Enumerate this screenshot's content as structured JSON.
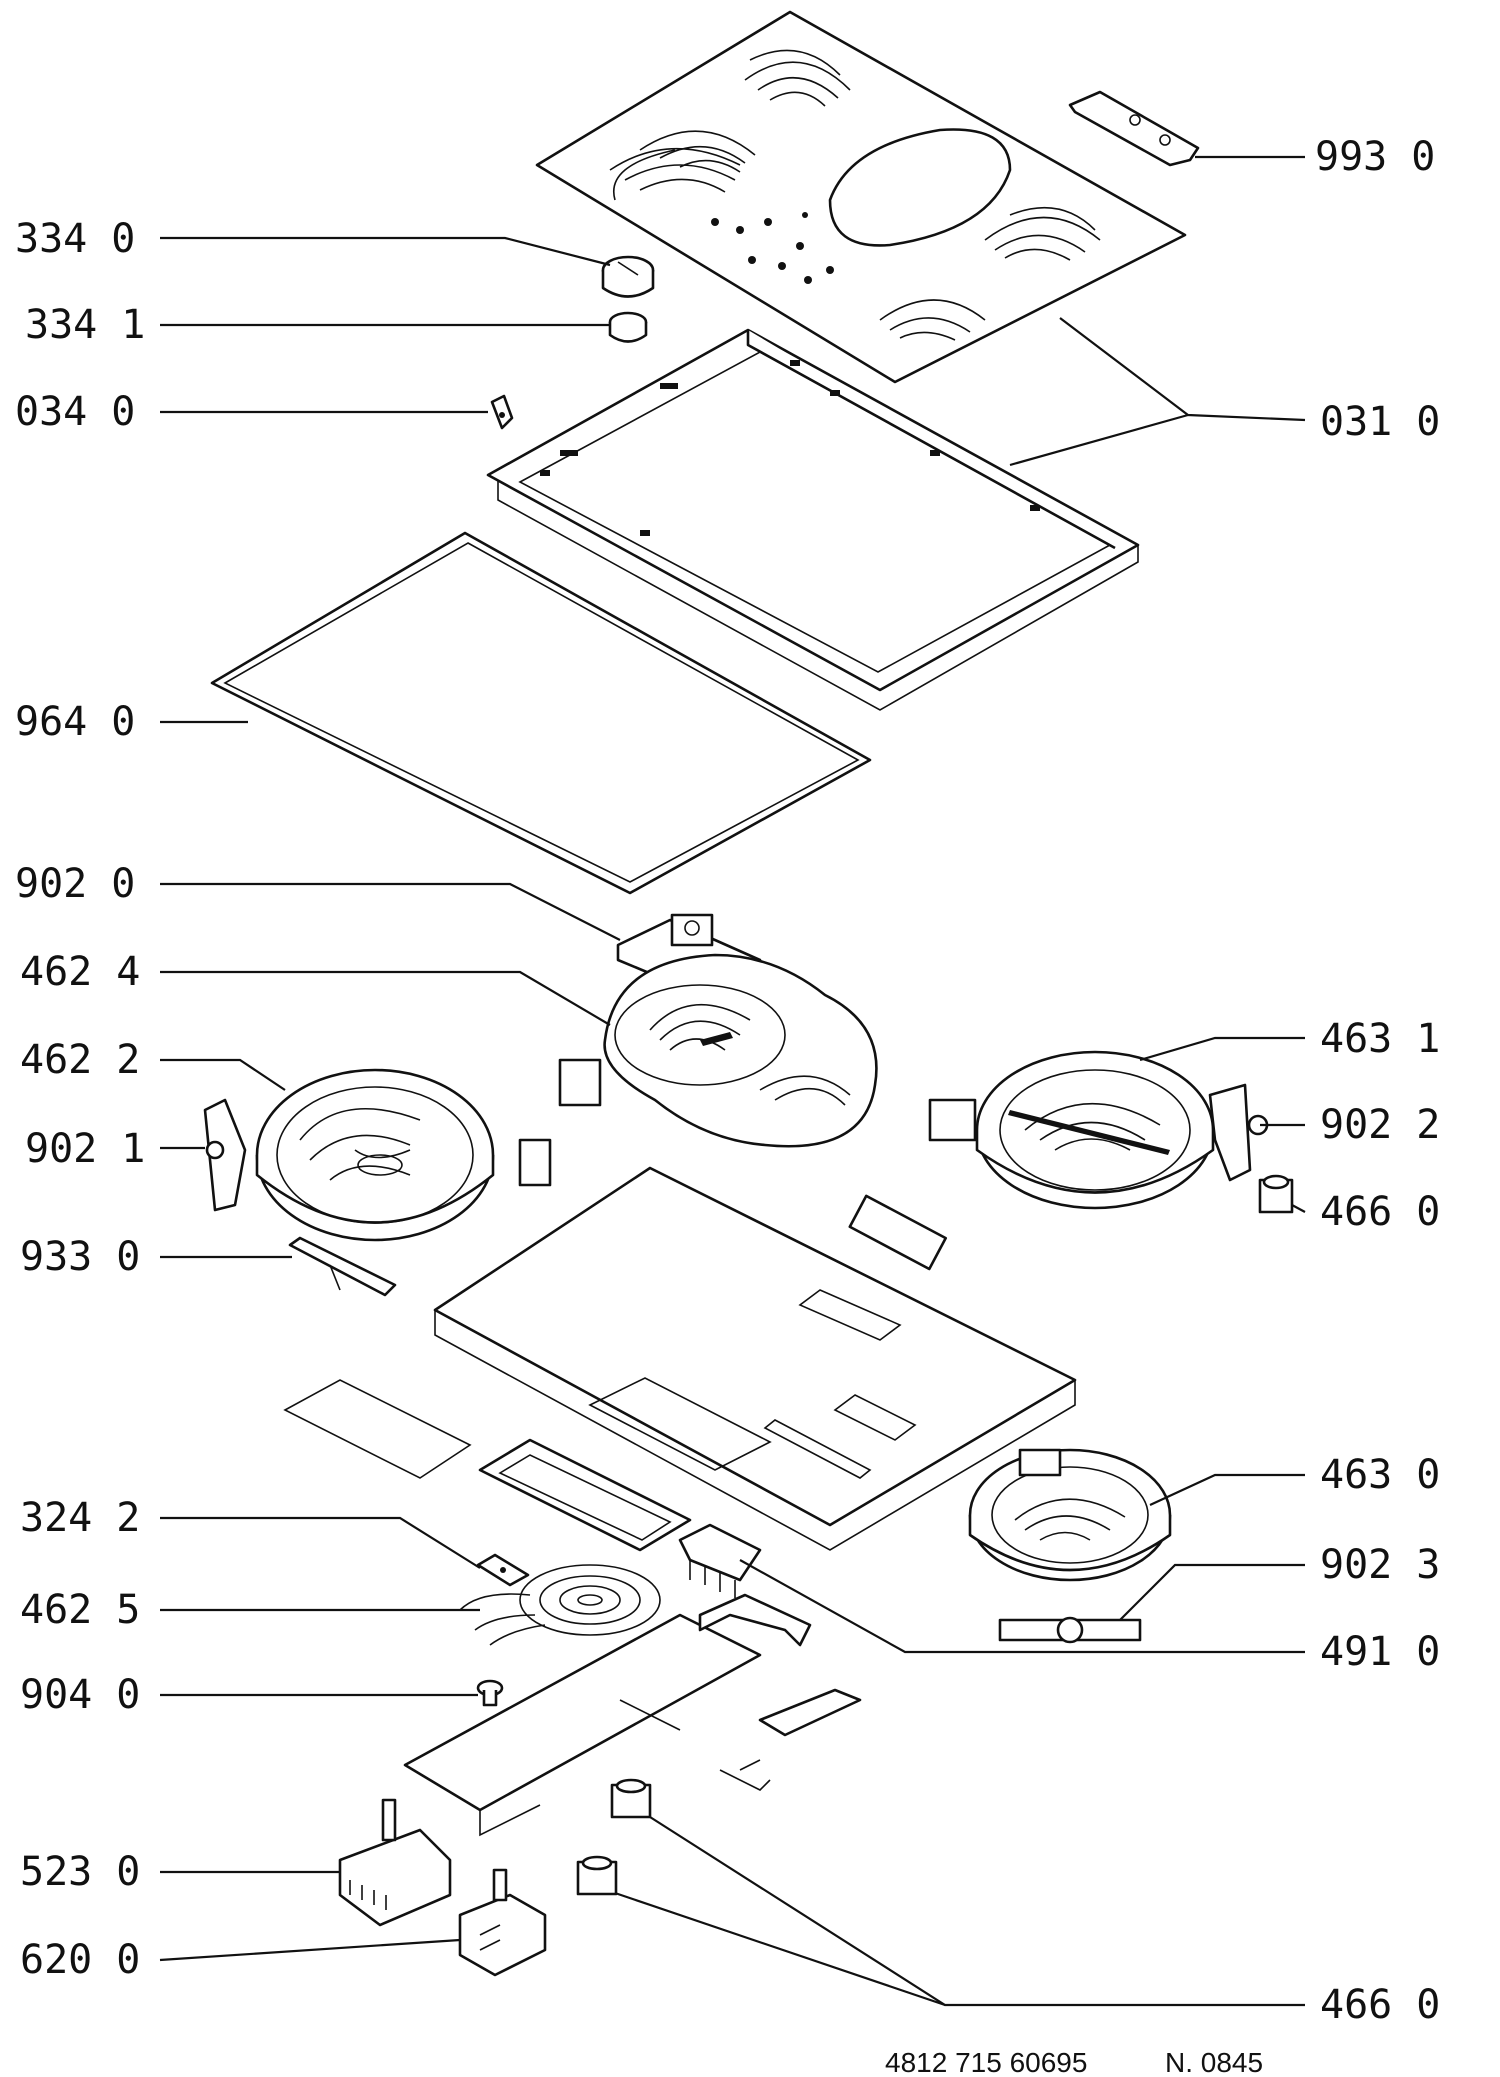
{
  "callouts": [
    {
      "id": "c-993-0",
      "code": "993",
      "index": "0"
    },
    {
      "id": "c-334-0",
      "code": "334",
      "index": "0"
    },
    {
      "id": "c-334-1",
      "code": "334",
      "index": "1"
    },
    {
      "id": "c-034-0",
      "code": "034",
      "index": "0"
    },
    {
      "id": "c-031-0",
      "code": "031",
      "index": "0"
    },
    {
      "id": "c-964-0",
      "code": "964",
      "index": "0"
    },
    {
      "id": "c-902-0",
      "code": "902",
      "index": "0"
    },
    {
      "id": "c-462-4",
      "code": "462",
      "index": "4"
    },
    {
      "id": "c-463-1",
      "code": "463",
      "index": "1"
    },
    {
      "id": "c-462-2",
      "code": "462",
      "index": "2"
    },
    {
      "id": "c-902-2",
      "code": "902",
      "index": "2"
    },
    {
      "id": "c-902-1",
      "code": "902",
      "index": "1"
    },
    {
      "id": "c-466-0a",
      "code": "466",
      "index": "0"
    },
    {
      "id": "c-933-0",
      "code": "933",
      "index": "0"
    },
    {
      "id": "c-463-0",
      "code": "463",
      "index": "0"
    },
    {
      "id": "c-324-2",
      "code": "324",
      "index": "2"
    },
    {
      "id": "c-902-3",
      "code": "902",
      "index": "3"
    },
    {
      "id": "c-462-5",
      "code": "462",
      "index": "5"
    },
    {
      "id": "c-491-0",
      "code": "491",
      "index": "0"
    },
    {
      "id": "c-904-0",
      "code": "904",
      "index": "0"
    },
    {
      "id": "c-523-0",
      "code": "523",
      "index": "0"
    },
    {
      "id": "c-620-0",
      "code": "620",
      "index": "0"
    },
    {
      "id": "c-466-0b",
      "code": "466",
      "index": "0"
    }
  ],
  "footer": {
    "part_number": "4812 715 60695",
    "revision": "N. 0845"
  }
}
